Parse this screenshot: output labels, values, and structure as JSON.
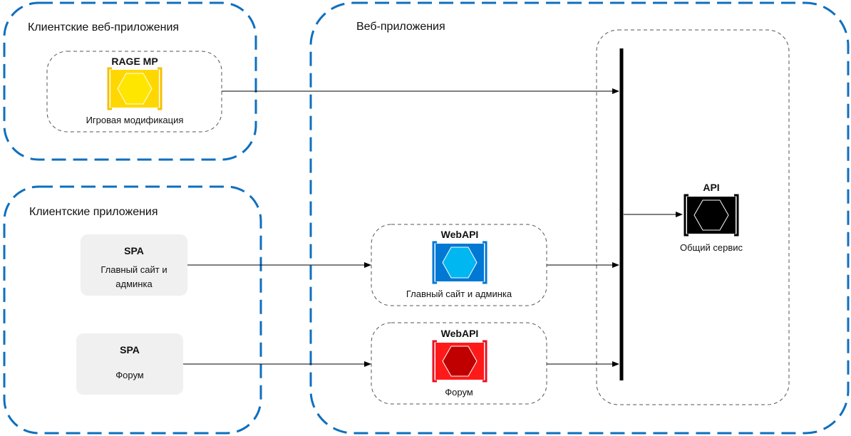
{
  "groups": {
    "client_web": {
      "title": "Клиентские веб-приложения"
    },
    "client_apps": {
      "title": "Клиентские приложения"
    },
    "web_apps": {
      "title": "Веб-приложения"
    }
  },
  "nodes": {
    "rage": {
      "title": "RAGE MP",
      "caption": "Игровая модификация",
      "color": "#ffd700"
    },
    "spa_main": {
      "title": "SPA",
      "caption_line1": "Главный сайт и",
      "caption_line2": "админка"
    },
    "spa_forum": {
      "title": "SPA",
      "caption": "Форум"
    },
    "webapi_main": {
      "title": "WebAPI",
      "caption": "Главный сайт и админка",
      "color": "#0078d4"
    },
    "webapi_forum": {
      "title": "WebAPI",
      "caption": "Форум",
      "color": "#e81123"
    },
    "api": {
      "title": "API",
      "caption": "Общий сервис",
      "color": "#000000"
    }
  },
  "colors": {
    "group_border": "#0e6fbf",
    "dashed_border": "#555555",
    "spa_fill": "#f0f0f0"
  }
}
